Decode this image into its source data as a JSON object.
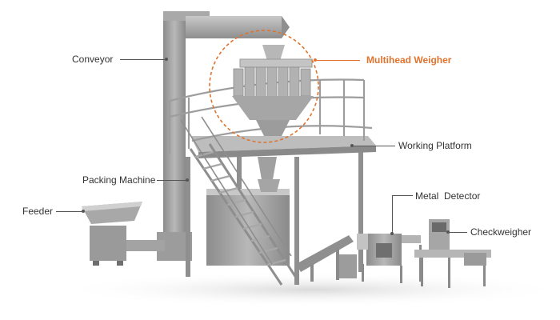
{
  "labels": {
    "conveyor": "Conveyor",
    "multihead_weigher": "Multihead Weigher",
    "working_platform": "Working Platform",
    "packing_machine": "Packing Machine",
    "feeder": "Feeder",
    "metal_detector": "Metal  Detector",
    "checkweigher": "Checkweigher"
  },
  "colors": {
    "accent": "#e0742f",
    "label_text": "#333333",
    "steel_light": "#b9b9b9",
    "steel_mid": "#9a9a9a",
    "steel_dark": "#6e6e6e"
  }
}
